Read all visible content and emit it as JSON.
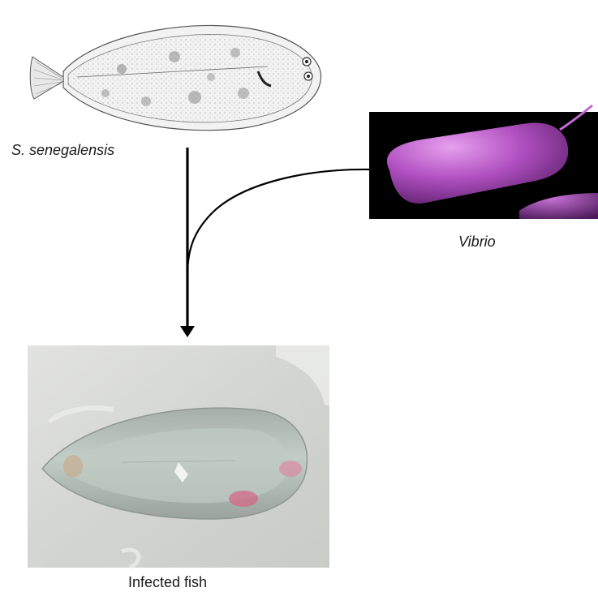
{
  "labels": {
    "species": "S. senegalensis",
    "bacterium": "Vibrio",
    "result": "Infected fish"
  },
  "colors": {
    "arrow": "#000000",
    "bacteria_bg": "#000000",
    "bacteria_fill": "#b04fc0",
    "photo_bg": "#d8d9d7",
    "fish_body": "#b9c3bd"
  }
}
